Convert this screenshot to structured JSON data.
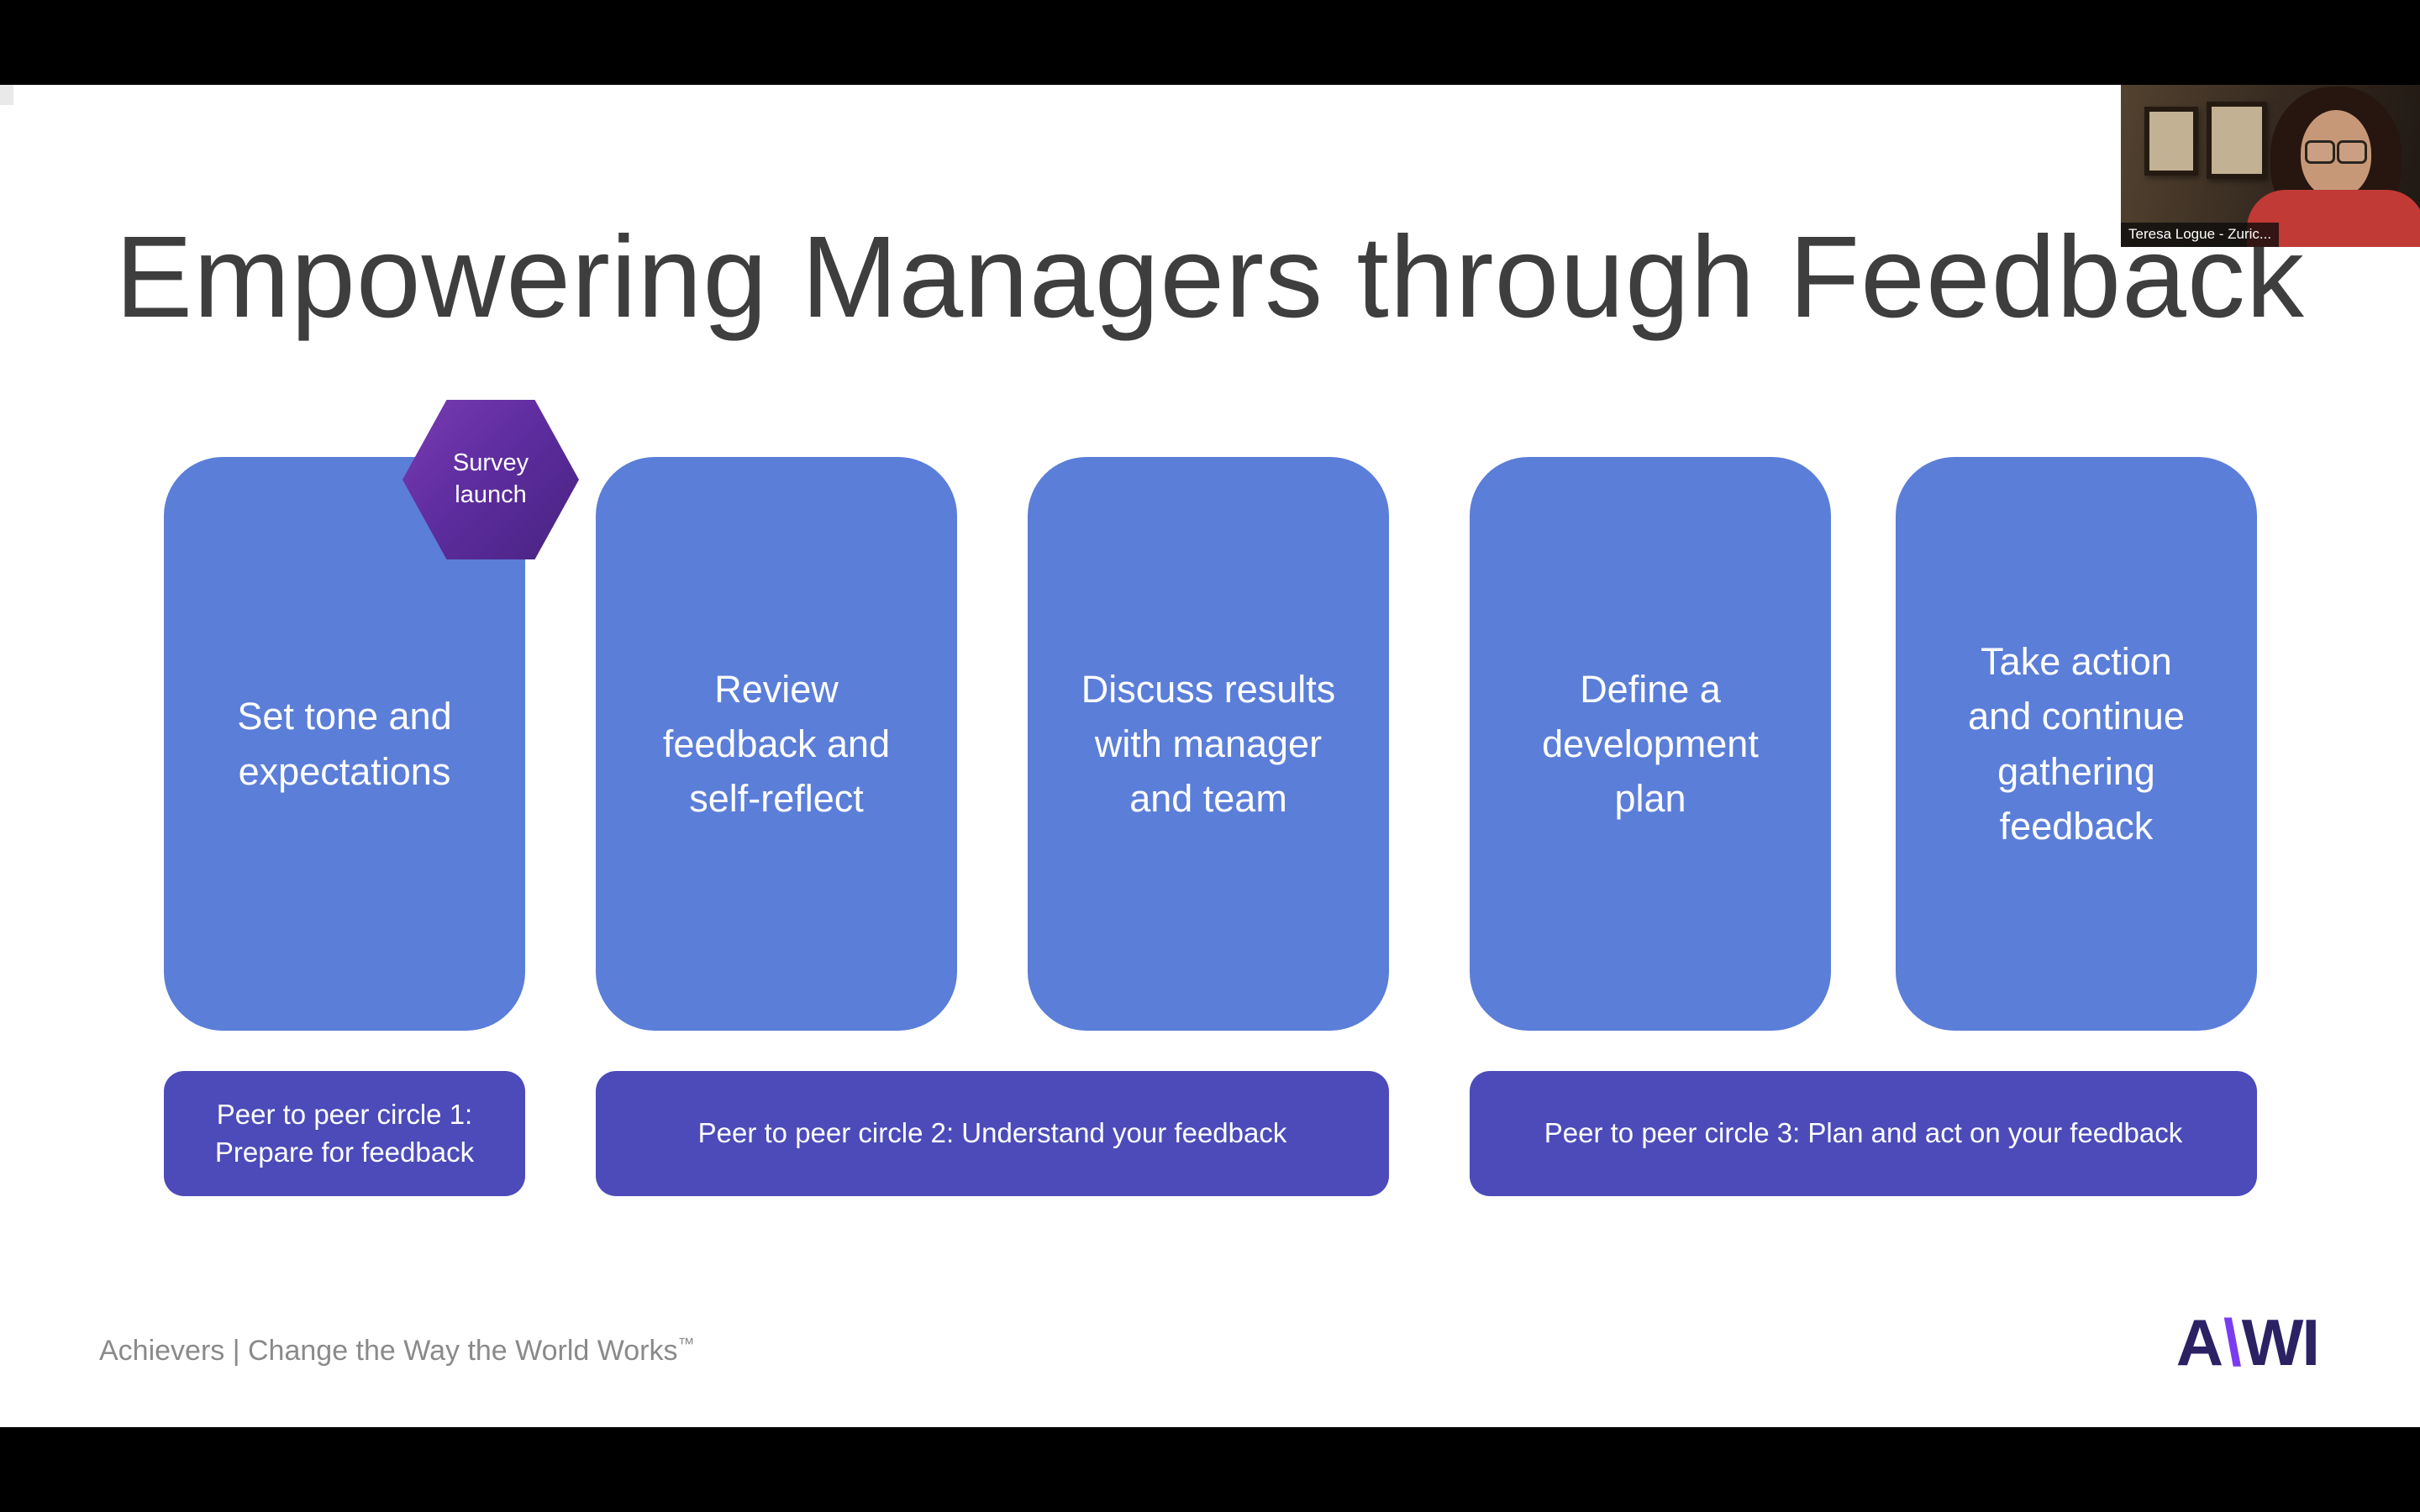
{
  "slide": {
    "title": "Empowering Managers through Feedback",
    "badge": {
      "label": "Survey launch"
    },
    "steps": [
      {
        "label": "Set tone and expectations"
      },
      {
        "label": "Review feedback and self-reflect"
      },
      {
        "label": "Discuss results with manager and team"
      },
      {
        "label": "Define a development plan"
      },
      {
        "label": "Take action and continue gathering feedback"
      }
    ],
    "circles": [
      {
        "label": "Peer to peer circle 1: Prepare for feedback"
      },
      {
        "label": "Peer to peer circle 2: Understand your feedback"
      },
      {
        "label": "Peer to peer circle 3: Plan and act on your feedback"
      }
    ],
    "footer": {
      "tagline": "Achievers | Change the Way the World Works",
      "trademark": "™"
    },
    "logo": {
      "a": "A",
      "slash": "\\",
      "wi": "WI"
    }
  },
  "webcam": {
    "name_label": "Teresa Logue - Zuric..."
  },
  "colors": {
    "step_blue": "#5b7ed8",
    "circle_purple": "#4c4bb9",
    "badge_purple": "#5e2da0",
    "title_gray": "#3e3e3e",
    "footer_gray": "#8a8a8a",
    "logo_navy": "#2b2264",
    "logo_slash_purple": "#7a3cf0",
    "shirt_red": "#c13a35"
  }
}
